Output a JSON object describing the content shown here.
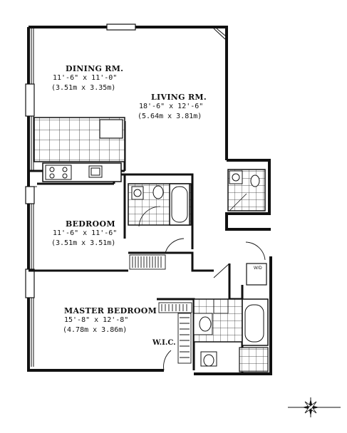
{
  "rooms": {
    "dining": {
      "name": "DINING RM.",
      "dim_imperial": "11'-6\" x 11'-0\"",
      "dim_metric": "(3.51m x 3.35m)"
    },
    "living": {
      "name": "LIVING RM.",
      "dim_imperial": "18'-6\" x 12'-6\"",
      "dim_metric": "(5.64m x 3.81m)"
    },
    "bedroom": {
      "name": "BEDROOM",
      "dim_imperial": "11'-6\" x 11'-6\"",
      "dim_metric": "(3.51m x 3.51m)"
    },
    "master": {
      "name": "MASTER BEDROOM",
      "dim_imperial": "15'-8\" x 12'-8\"",
      "dim_metric": "(4.78m x 3.86m)"
    },
    "wic": {
      "name": "W.I.C."
    }
  },
  "appliance_labels": {
    "washer_dryer": "W/D"
  },
  "compass": {
    "symbol": "north-arrow"
  }
}
